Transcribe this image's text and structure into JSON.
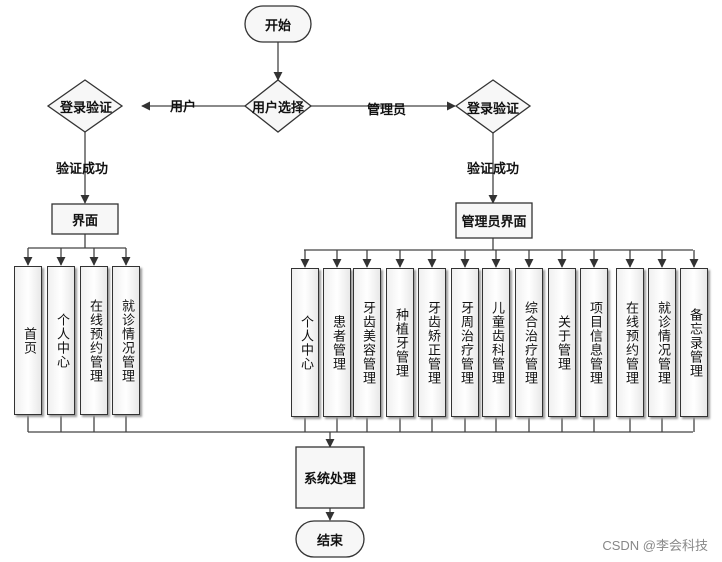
{
  "start": "开始",
  "user_select": "用户选择",
  "branch_user": "用户",
  "branch_admin": "管理员",
  "login_verify_user": "登录验证",
  "login_verify_admin": "登录验证",
  "verify_success_user": "验证成功",
  "verify_success_admin": "验证成功",
  "user_interface": "界面",
  "admin_interface": "管理员界面",
  "user_modules": [
    "首页",
    "个人中心",
    "在线预约管理",
    "就诊情况管理"
  ],
  "admin_modules": [
    "个人中心",
    "患者管理",
    "牙齿美容管理",
    "种植牙管理",
    "牙齿矫正管理",
    "牙周治疗管理",
    "儿童齿科管理",
    "综合治疗管理",
    "关于管理",
    "项目信息管理",
    "在线预约管理",
    "就诊情况管理",
    "备忘录管理"
  ],
  "system_process": "系统处理",
  "end": "结束",
  "watermark": "CSDN @李会科技"
}
